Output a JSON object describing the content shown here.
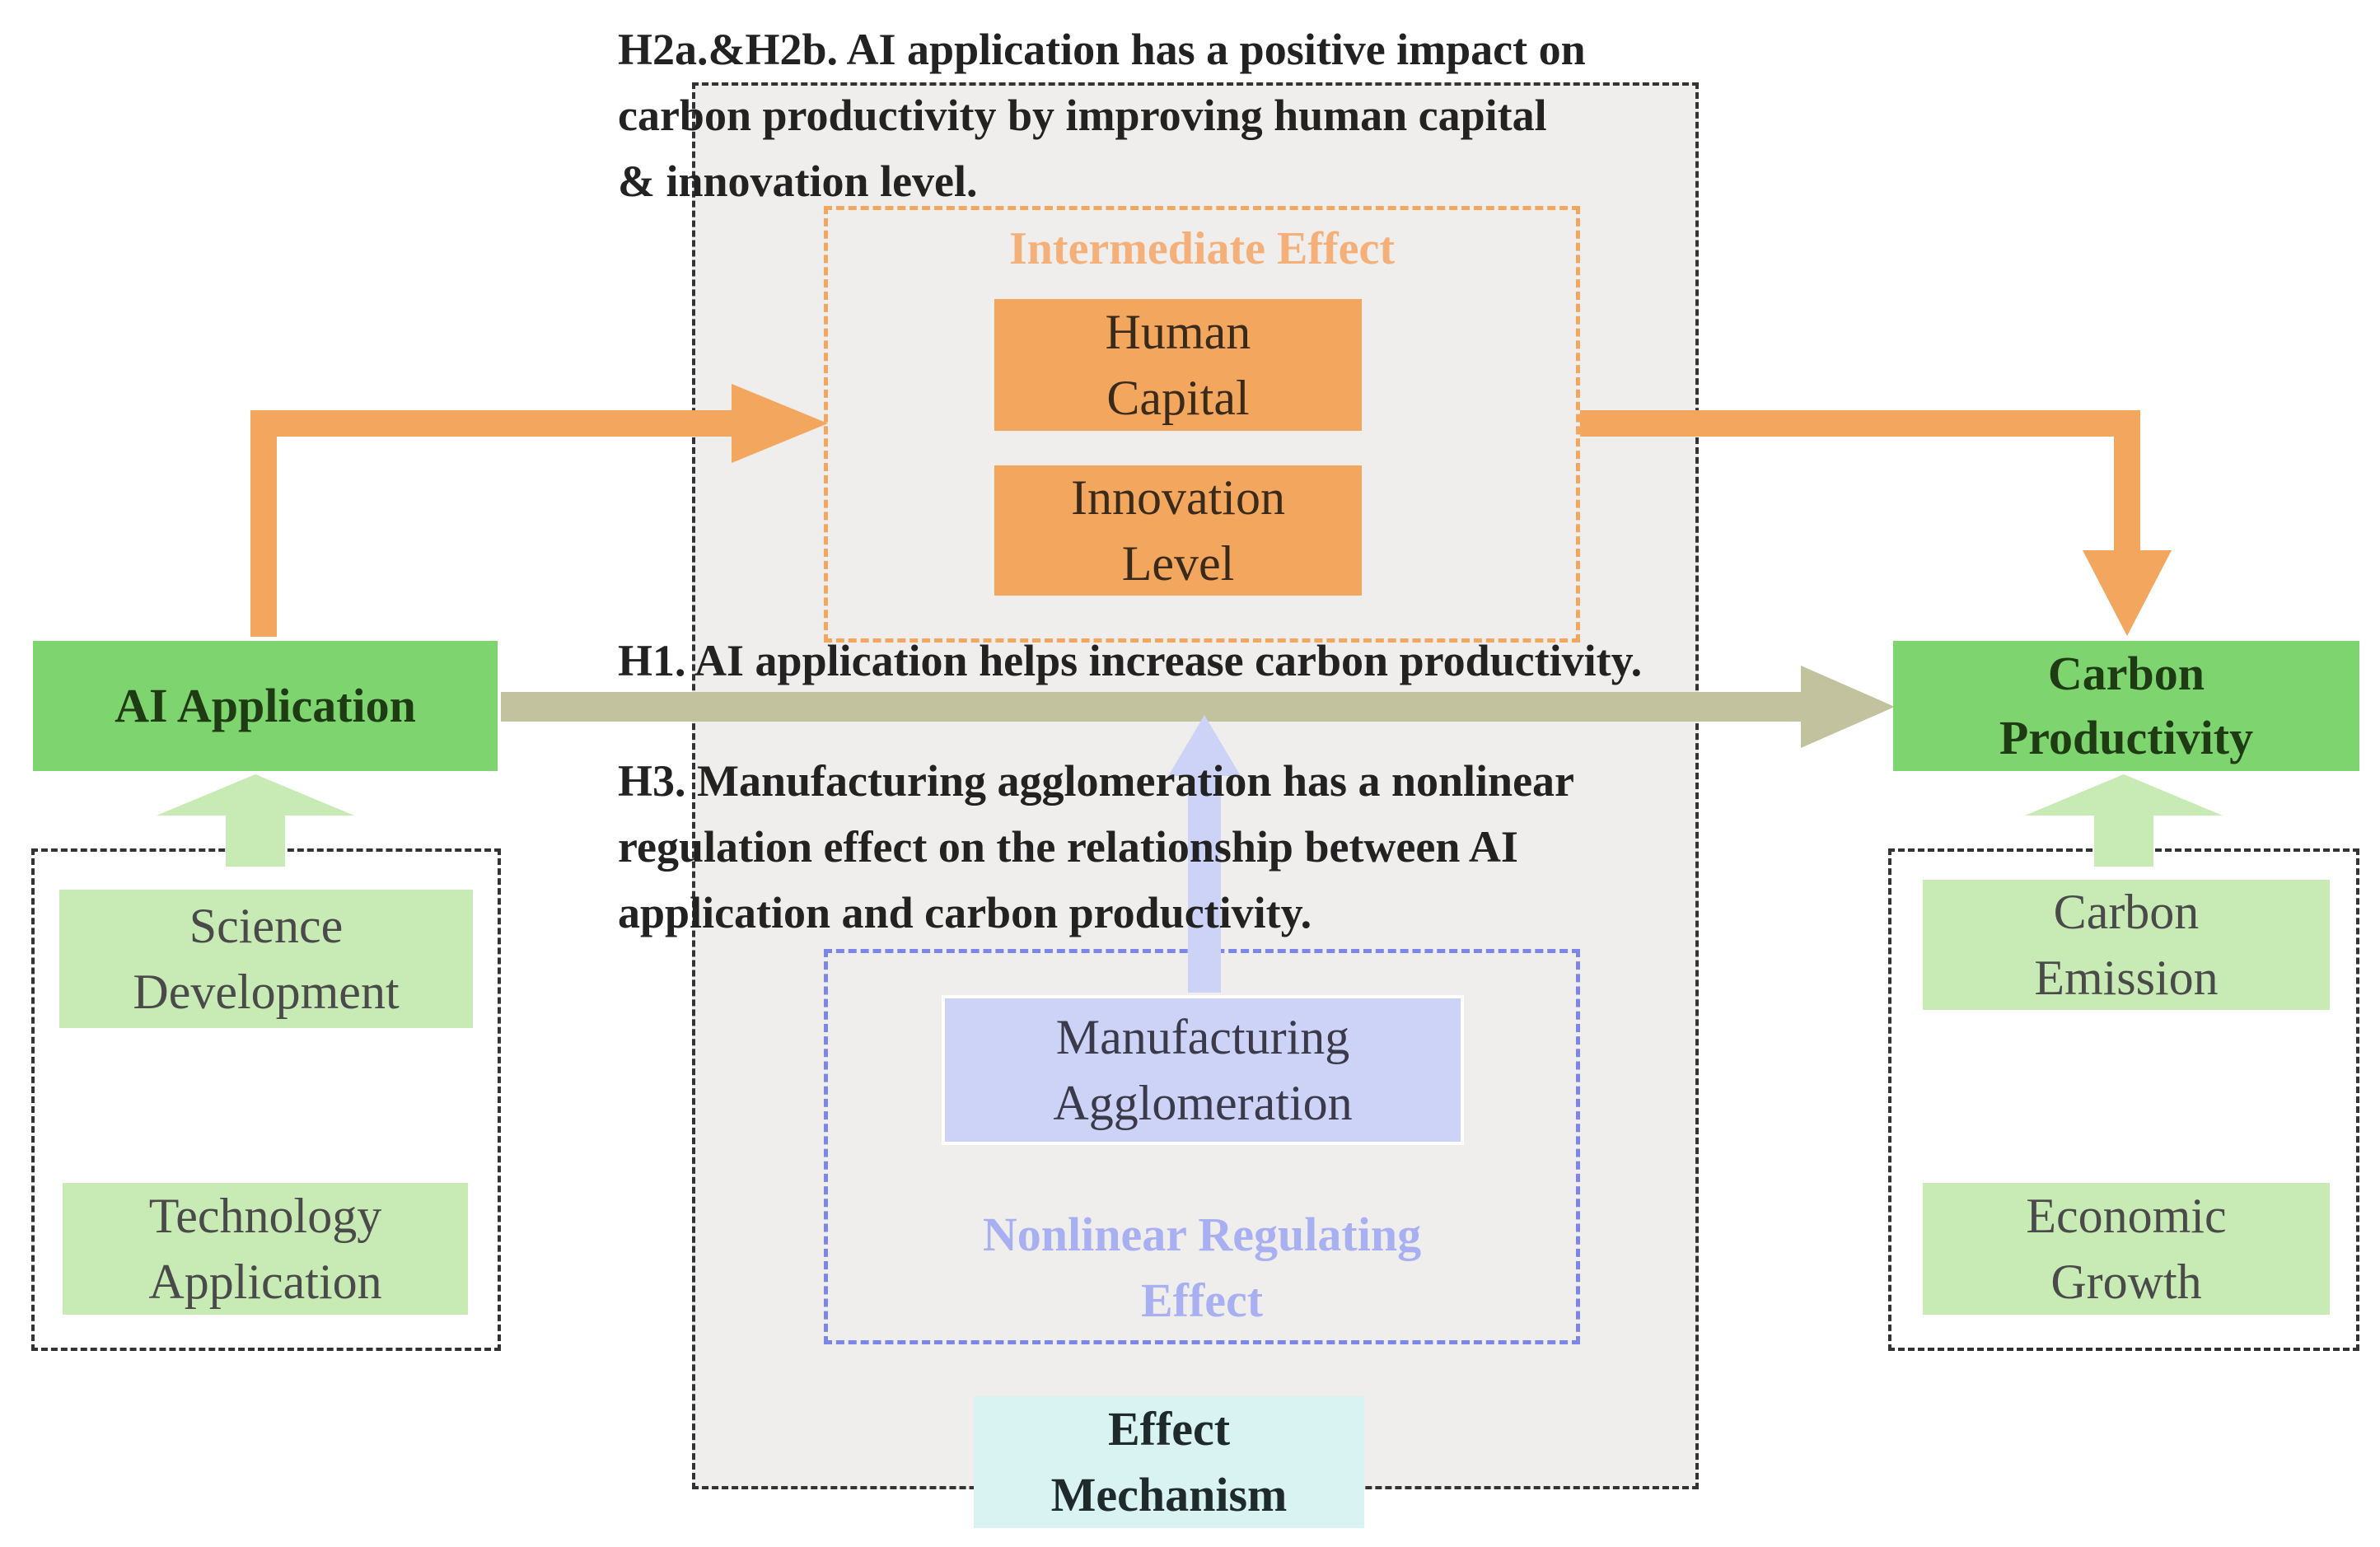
{
  "hypotheses": {
    "h2": [
      "H2a.&H2b. AI application has a positive impact on",
      "carbon productivity by improving human capital",
      "& innovation level."
    ],
    "h1": "H1. AI application helps increase carbon productivity.",
    "h3": [
      "H3. Manufacturing agglomeration has a nonlinear",
      "regulation effect on the relationship between AI",
      "application and carbon productivity."
    ]
  },
  "intermediate": {
    "title": "Intermediate Effect",
    "human_capital": [
      "Human",
      "Capital"
    ],
    "innovation_level": [
      "Innovation",
      "Level"
    ]
  },
  "nonlinear": {
    "manufacturing": [
      "Manufacturing",
      "Agglomeration"
    ],
    "title": [
      "Nonlinear Regulating",
      "Effect"
    ]
  },
  "effect_mechanism": [
    "Effect",
    "Mechanism"
  ],
  "ai_application": {
    "label": "AI Application",
    "science": [
      "Science",
      "Development"
    ],
    "technology": [
      "Technology",
      "Application"
    ]
  },
  "carbon_productivity": {
    "label": [
      "Carbon",
      "Productivity"
    ],
    "emission": [
      "Carbon",
      "Emission"
    ],
    "growth": [
      "Economic",
      "Growth"
    ]
  },
  "colors": {
    "orange": "#F2A65E",
    "orange_text": "#F4B078",
    "green": "#7ED56F",
    "light_green": "#C8EBB5",
    "lavender": "#CDD3F7",
    "blue_dash": "#7B86E8",
    "blue_text": "#A9B0F2",
    "olive_arrow": "#C2C39E",
    "mechanism_panel": "#F0EEEC",
    "effect_box": "#D8F3F2"
  }
}
